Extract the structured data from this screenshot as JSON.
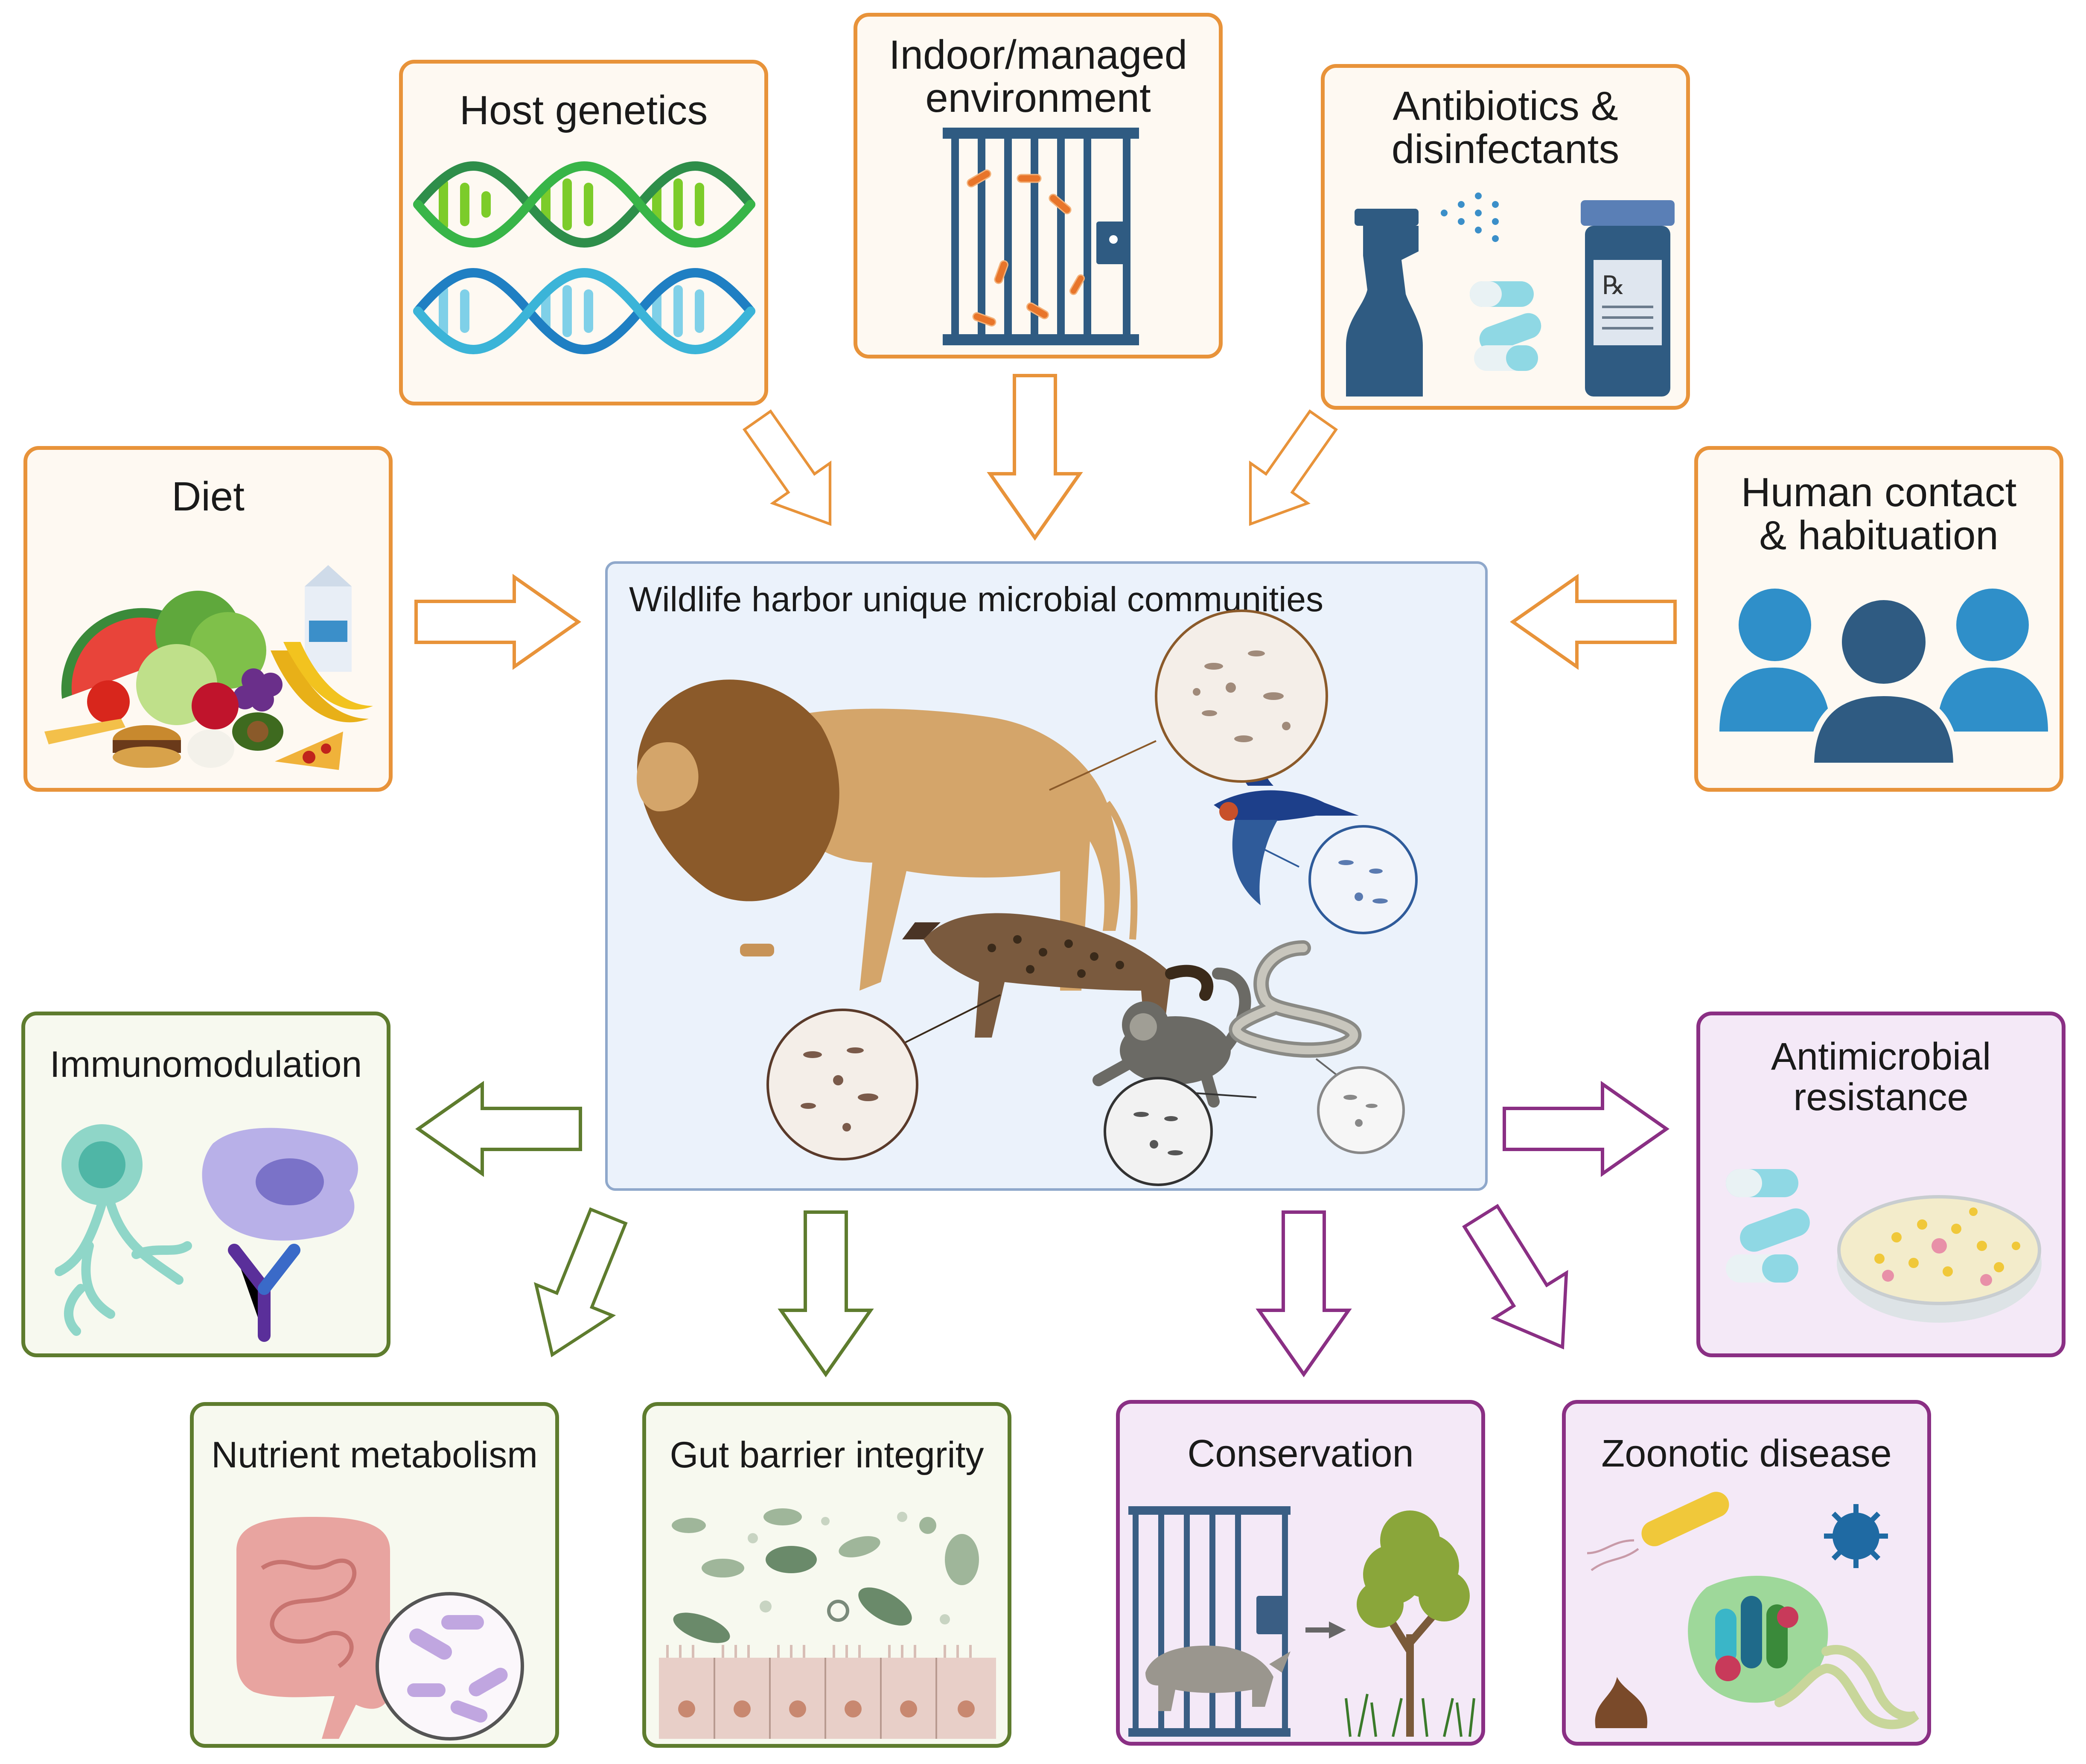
{
  "title": "Wildlife harbor unique microbial communities",
  "inputs": {
    "host_genetics": "Host genetics",
    "indoor_environment": "Indoor/managed\nenvironment",
    "antibiotics": "Antibiotics &\ndisinfectants",
    "diet": "Diet",
    "human_contact": "Human contact\n& habituation"
  },
  "host_outcomes": {
    "immunomodulation": "Immunomodulation",
    "nutrient_metabolism": "Nutrient metabolism",
    "gut_barrier": "Gut barrier integrity"
  },
  "broader_outcomes": {
    "antimicrobial_resistance": "Antimicrobial\nresistance",
    "conservation": "Conservation",
    "zoonotic_disease": "Zoonotic disease"
  },
  "icons": {
    "host_genetics": "dna-icon",
    "indoor_environment": "cage-with-bacteria-icon",
    "antibiotics": "spray-bottle-pills-icon",
    "diet": "food-icon",
    "human_contact": "people-icon",
    "immunomodulation": "immune-cells-antibody-icon",
    "nutrient_metabolism": "intestine-icon",
    "gut_barrier": "gut-epithelium-microbes-icon",
    "antimicrobial_resistance": "pills-petri-dish-icon",
    "conservation": "rhino-release-icon",
    "zoonotic_disease": "pathogens-icon"
  },
  "colors": {
    "input": "#e8933a",
    "host_outcome": "#5e7c2e",
    "broader_outcome": "#8a2f84",
    "center_border": "#8fa8cb",
    "center_fill": "#ebf2fb"
  }
}
